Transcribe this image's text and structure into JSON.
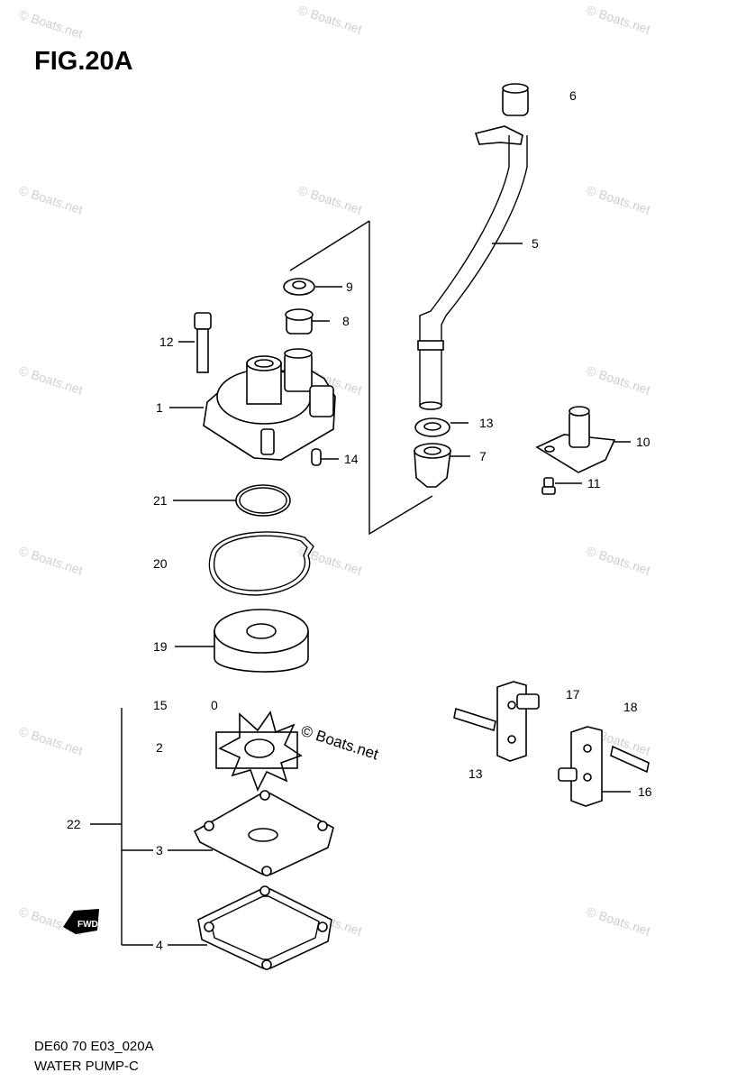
{
  "title": "FIG.20A",
  "diagram_code": "DE60 70 E03_020A",
  "diagram_name": "WATER PUMP-C",
  "watermark": "© Boats.net",
  "callouts": [
    "6",
    "5",
    "9",
    "8",
    "12",
    "1",
    "13",
    "7",
    "10",
    "14",
    "11",
    "21",
    "20",
    "19",
    "15",
    "0",
    "2",
    "17",
    "18",
    "13",
    "16",
    "22",
    "3",
    "4"
  ],
  "fwd_label": "FWD"
}
